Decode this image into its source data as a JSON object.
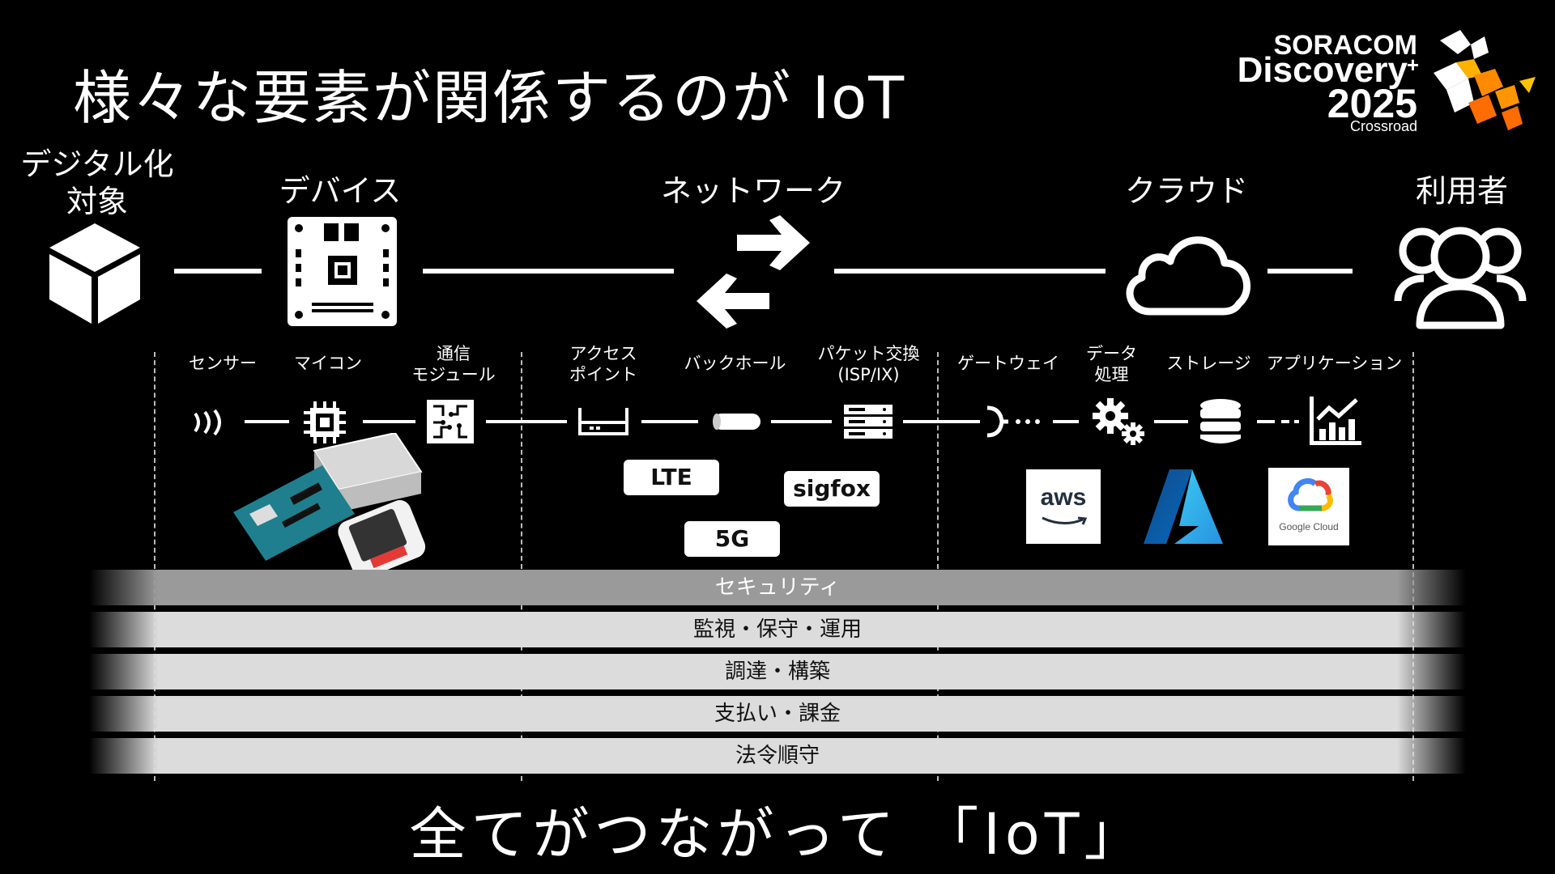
{
  "title": "様々な要素が関係するのが IoT",
  "logo": {
    "line1": "SORACOM",
    "line2": "Discovery",
    "plus": "+",
    "line3": "2025",
    "line4": "Crossroad"
  },
  "categories": {
    "target": "デジタル化\n対象",
    "device": "デバイス",
    "network": "ネットワーク",
    "cloud": "クラウド",
    "users": "利用者"
  },
  "components": {
    "sensor": "センサー",
    "mcu": "マイコン",
    "comm_module": "通信\nモジュール",
    "access_point": "アクセス\nポイント",
    "backhaul": "バックホール",
    "packet_exchange": "パケット交換\n(ISP/IX)",
    "gateway": "ゲートウェイ",
    "data_processing": "データ\n処理",
    "storage": "ストレージ",
    "application": "アプリケーション"
  },
  "network_tech": {
    "lte": "LTE",
    "sigfox": "sigfox",
    "fiveg": "5G"
  },
  "cloud_logos": {
    "aws": "aws",
    "google_cloud": "Google Cloud"
  },
  "bands": [
    "セキュリティ",
    "監視・保守・運用",
    "調達・構築",
    "支払い・課金",
    "法令順守"
  ],
  "bottom": "全てがつながって 「IoT」"
}
